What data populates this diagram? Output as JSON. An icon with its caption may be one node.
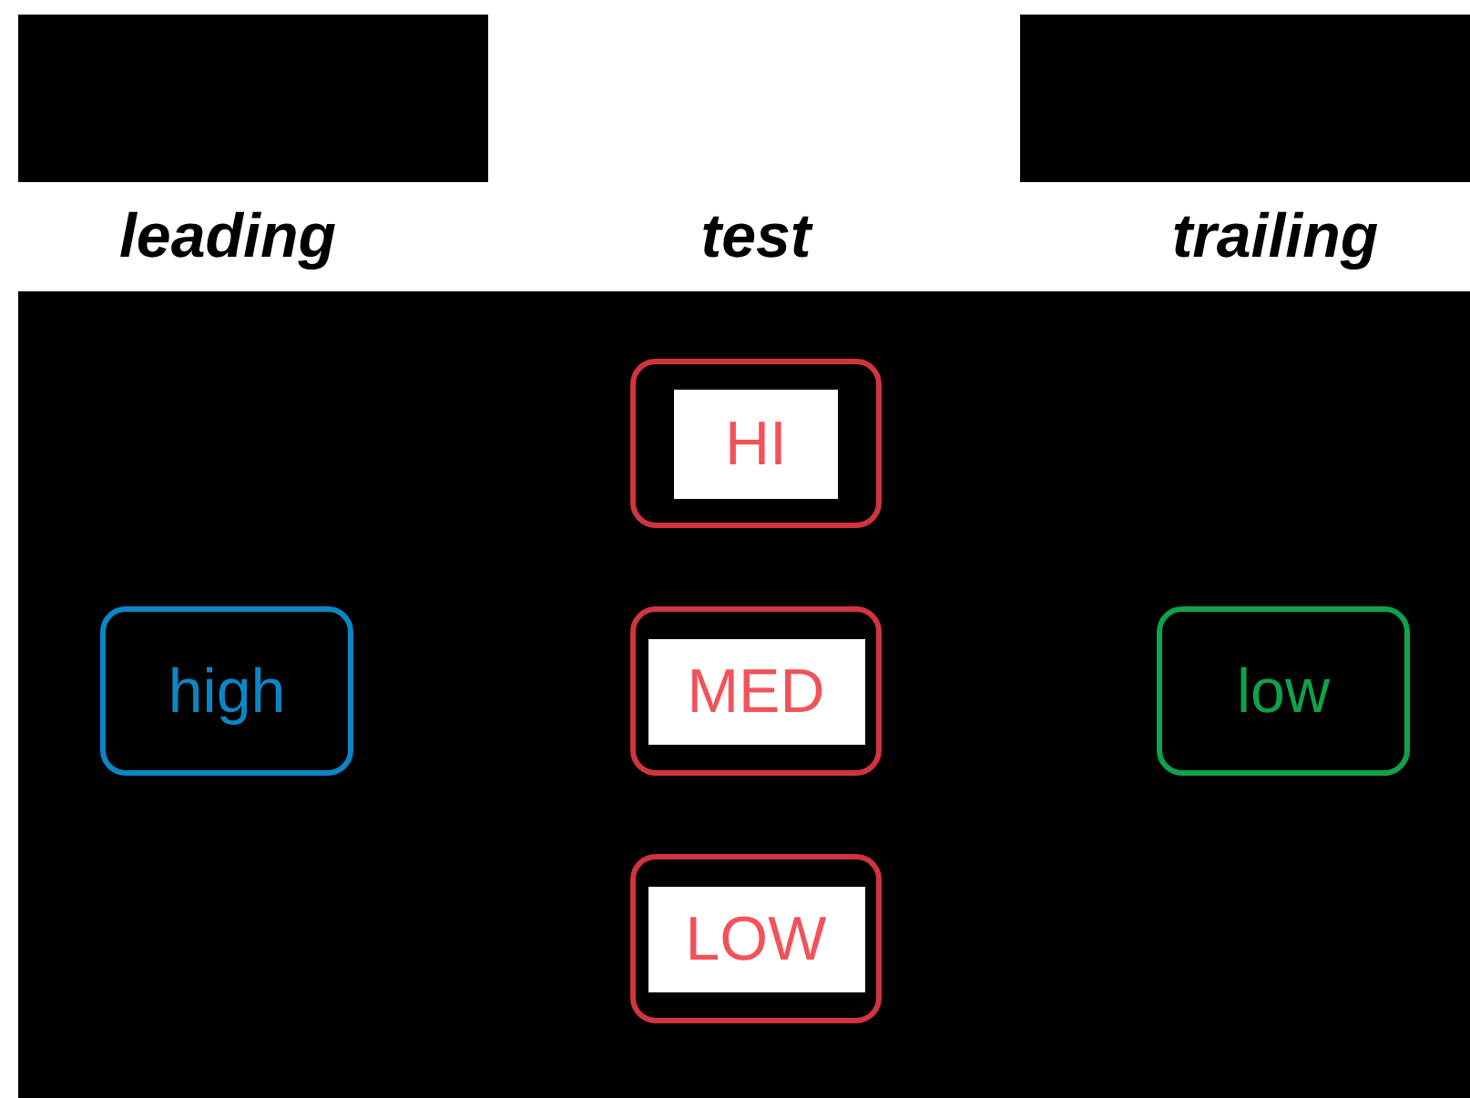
{
  "diagram": {
    "nodes": [
      {
        "text": [
          "HI"
        ]
      },
      {
        "text": [
          "high"
        ]
      },
      {
        "text": [
          "MED"
        ]
      },
      {
        "text": [
          "low"
        ]
      },
      {
        "text": [
          "LOW"
        ]
      }
    ],
    "labels": [
      "leading",
      "test",
      "trailing"
    ]
  }
}
